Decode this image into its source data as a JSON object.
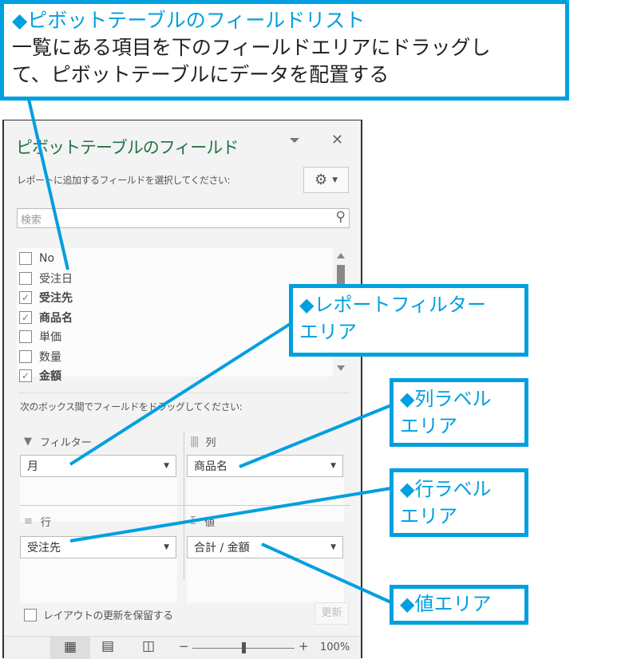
{
  "panel": {
    "title": "ピボットテーブルのフィールド",
    "subtitle": "レポートに追加するフィールドを選択してください:",
    "search_placeholder": "検索",
    "fields": [
      {
        "label": "No",
        "checked": false
      },
      {
        "label": "受注日",
        "checked": false
      },
      {
        "label": "受注先",
        "checked": true
      },
      {
        "label": "商品名",
        "checked": true
      },
      {
        "label": "単価",
        "checked": false
      },
      {
        "label": "数量",
        "checked": false
      },
      {
        "label": "金額",
        "checked": true
      }
    ],
    "drag_instruction": "次のボックス間でフィールドをドラッグしてください:",
    "areas": {
      "filter": {
        "label": "フィルター",
        "value": "月"
      },
      "columns": {
        "label": "列",
        "value": "商品名"
      },
      "rows": {
        "label": "行",
        "value": "受注先"
      },
      "values": {
        "label": "値",
        "value": "合計 / 金額"
      }
    },
    "defer_label": "レイアウトの更新を保留する",
    "update_label": "更新",
    "zoom": "100%"
  },
  "callouts": {
    "main_title": "◆ピボットテーブルのフィールドリスト",
    "main_line1": "一覧にある項目を下のフィールドエリアにドラッグし",
    "main_line2": "て、ピボットテーブルにデータを配置する",
    "filter_line1": "◆レポートフィルター",
    "filter_line2": "エリア",
    "col_line1": "◆列ラベル",
    "col_line2": "エリア",
    "row_line1": "◆行ラベル",
    "row_line2": "エリア",
    "value": "◆値エリア"
  },
  "colors": {
    "accent": "#217346",
    "callout": "#009fe0"
  }
}
